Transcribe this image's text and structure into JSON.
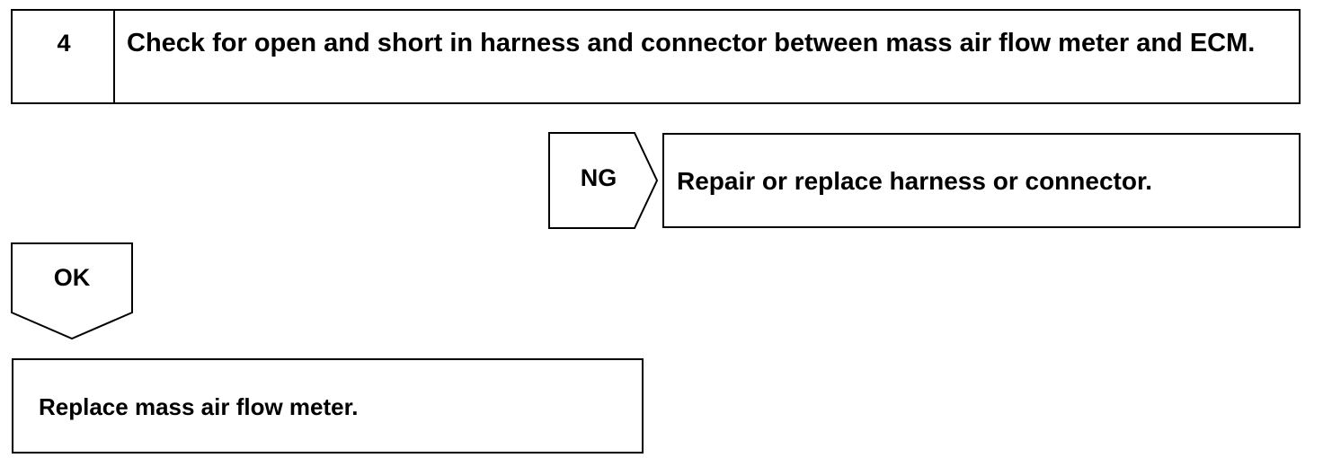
{
  "step": {
    "number": "4",
    "title": "Check for open and short in harness and connector between mass air flow meter and ECM."
  },
  "ng_branch": {
    "label": "NG",
    "action": "Repair or replace harness or connector."
  },
  "ok_branch": {
    "label": "OK",
    "action": "Replace mass air flow meter."
  }
}
